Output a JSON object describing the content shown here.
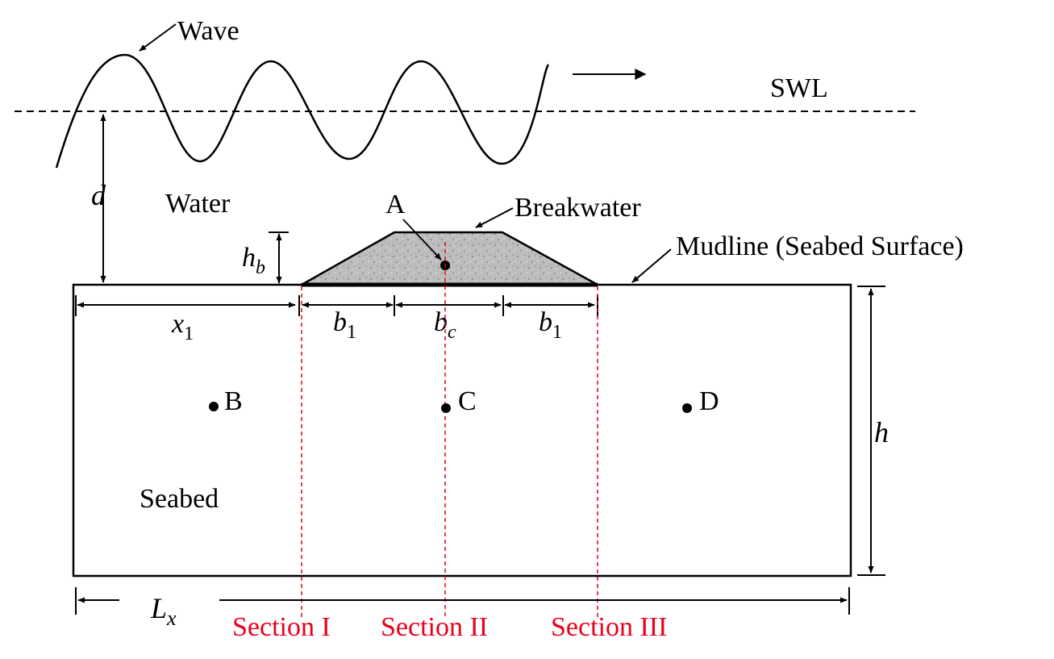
{
  "labels": {
    "wave": "Wave",
    "swl": "SWL",
    "water": "Water",
    "breakwater": "Breakwater",
    "mudline": "Mudline (Seabed Surface)",
    "seabed": "Seabed"
  },
  "points": {
    "a": "A",
    "b": "B",
    "c": "C",
    "d": "D"
  },
  "dimensions": {
    "d": "d",
    "hb_main": "h",
    "hb_sub": "b",
    "x1_main": "x",
    "x1_sub": "1",
    "b1_main": "b",
    "b1_sub": "1",
    "bc_main": "b",
    "bc_sub": "c",
    "h": "h",
    "lx_main": "L",
    "lx_sub": "x"
  },
  "sections": {
    "s1": "Section I",
    "s2": "Section II",
    "s3": "Section III"
  },
  "colors": {
    "section_line": "#e8001c",
    "breakwater_fill": "#b8b8b8",
    "ink": "#000000"
  }
}
